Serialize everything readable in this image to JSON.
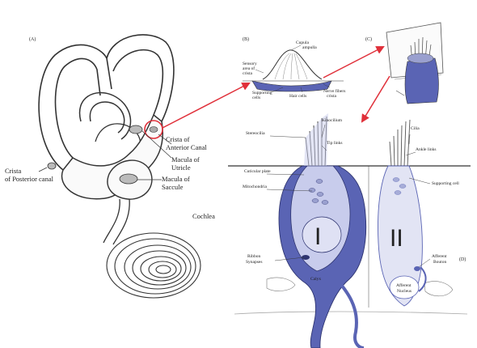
{
  "panels": {
    "a": "(A)",
    "b": "(B)",
    "c": "(C)",
    "d": "(D)"
  },
  "inner_ear": {
    "labels": {
      "crista_anterior_line1": "Crista of",
      "crista_anterior_line2": "Anterior Canal",
      "macula_utricle_line1": "Macula of",
      "macula_utricle_line2": "Utricle",
      "crista_posterior_line1": "Crista",
      "crista_posterior_line2": "of Posterior canal",
      "macula_saccule_line1": "Macula of",
      "macula_saccule_line2": "Saccule",
      "cochlea": "Cochlea"
    }
  },
  "crista_detail": {
    "labels": {
      "cupula": "Cupula",
      "ampulla": "ampulla",
      "left_line1": "Sensory",
      "left_line2": "area of",
      "left_line3": "crista",
      "hair_cells": "Hair cells",
      "supporting_line1": "Supporting",
      "supporting_line2": "cells",
      "nerve_line1": "Nerve fibers",
      "nerve_line2": "crista"
    }
  },
  "hair_cells": {
    "type_I_numeral": "I",
    "type_II_numeral": "II",
    "labels": {
      "stereocilia": "Stereocilia",
      "kinocilium_left": "Kinocilium",
      "kinocilium_right": "Cilia",
      "tip_links_left": "Tip links",
      "tip_links_right": "Ankle links",
      "cuticular_plate": "Cuticular plate",
      "mitochondria": "Mitochondria",
      "supporting_cell": "Supporting cell",
      "ribbon_line1": "Ribbon",
      "ribbon_line2": "Synapses",
      "afferent_line1": "Afferent",
      "afferent_line2": "Bouton",
      "afferent_calyx": "Calyx",
      "nucleus_line1": "Afferent",
      "nucleus_line2": "Nucleus"
    }
  },
  "colors": {
    "arrow": "#e0303a",
    "type_I_fill": "#5a64b4",
    "type_I_cell": "#c8ccec",
    "type_II_fill": "#a7add8",
    "type_II_cell": "#e2e4f4",
    "line": "#333333"
  }
}
